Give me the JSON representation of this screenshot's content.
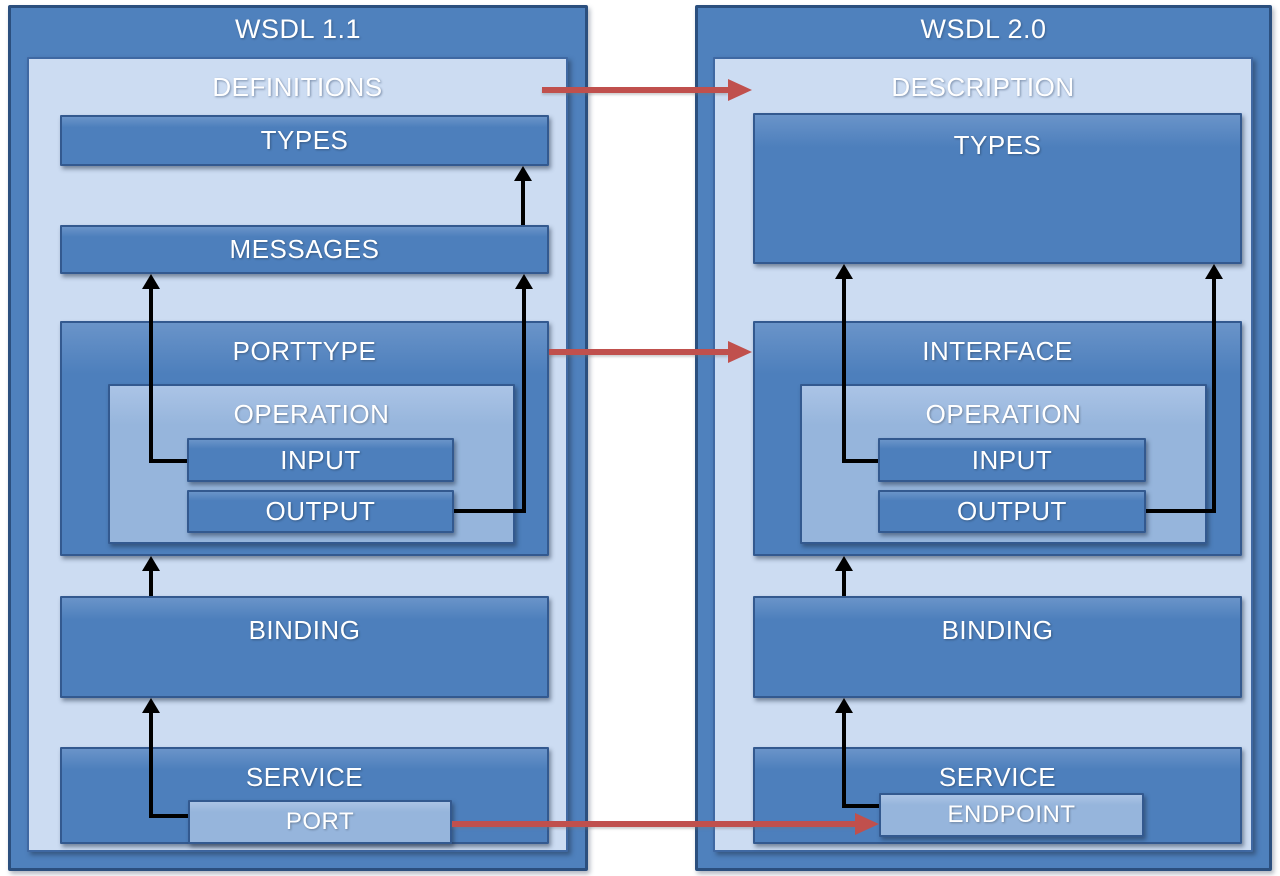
{
  "panels": {
    "wsdl11": {
      "title": "WSDL 1.1",
      "container": "DEFINITIONS",
      "types": "TYPES",
      "messages": "MESSAGES",
      "porttype": "PORTTYPE",
      "operation": "OPERATION",
      "input": "INPUT",
      "output": "OUTPUT",
      "binding": "BINDING",
      "service": "SERVICE",
      "port": "PORT"
    },
    "wsdl20": {
      "title": "WSDL 2.0",
      "container": "DESCRIPTION",
      "types": "TYPES",
      "interface": "INTERFACE",
      "operation": "OPERATION",
      "input": "INPUT",
      "output": "OUTPUT",
      "binding": "BINDING",
      "service": "SERVICE",
      "endpoint": "ENDPOINT"
    }
  },
  "colors": {
    "panel-fill": "#4f81bd",
    "panel-border": "#2b4f7e",
    "light-fill": "#ccdcf2",
    "light-border": "#3f68a2",
    "mid-fill": "#4d7fbc",
    "mid-border": "#33598f",
    "sub-fill": "#96b5dc",
    "sub-border": "#33598f",
    "red": "#c0504d",
    "arrow-black": "#000000",
    "text": "#ffffff"
  },
  "relations": {
    "black_arrows": [
      {
        "panel": "wsdl11",
        "from": "MESSAGES",
        "to": "TYPES"
      },
      {
        "panel": "wsdl11",
        "from": "OPERATION/INPUT",
        "to": "MESSAGES"
      },
      {
        "panel": "wsdl11",
        "from": "OPERATION/OUTPUT",
        "to": "MESSAGES"
      },
      {
        "panel": "wsdl11",
        "from": "BINDING",
        "to": "PORTTYPE"
      },
      {
        "panel": "wsdl11",
        "from": "SERVICE/PORT",
        "to": "BINDING"
      },
      {
        "panel": "wsdl20",
        "from": "OPERATION/INPUT",
        "to": "TYPES"
      },
      {
        "panel": "wsdl20",
        "from": "OPERATION/OUTPUT",
        "to": "TYPES"
      },
      {
        "panel": "wsdl20",
        "from": "BINDING",
        "to": "INTERFACE"
      },
      {
        "panel": "wsdl20",
        "from": "SERVICE/ENDPOINT",
        "to": "BINDING"
      }
    ],
    "red_arrows": [
      {
        "from": "wsdl11/DEFINITIONS",
        "to": "wsdl20/DESCRIPTION"
      },
      {
        "from": "wsdl11/PORTTYPE",
        "to": "wsdl20/INTERFACE"
      },
      {
        "from": "wsdl11/PORT",
        "to": "wsdl20/ENDPOINT"
      }
    ]
  }
}
